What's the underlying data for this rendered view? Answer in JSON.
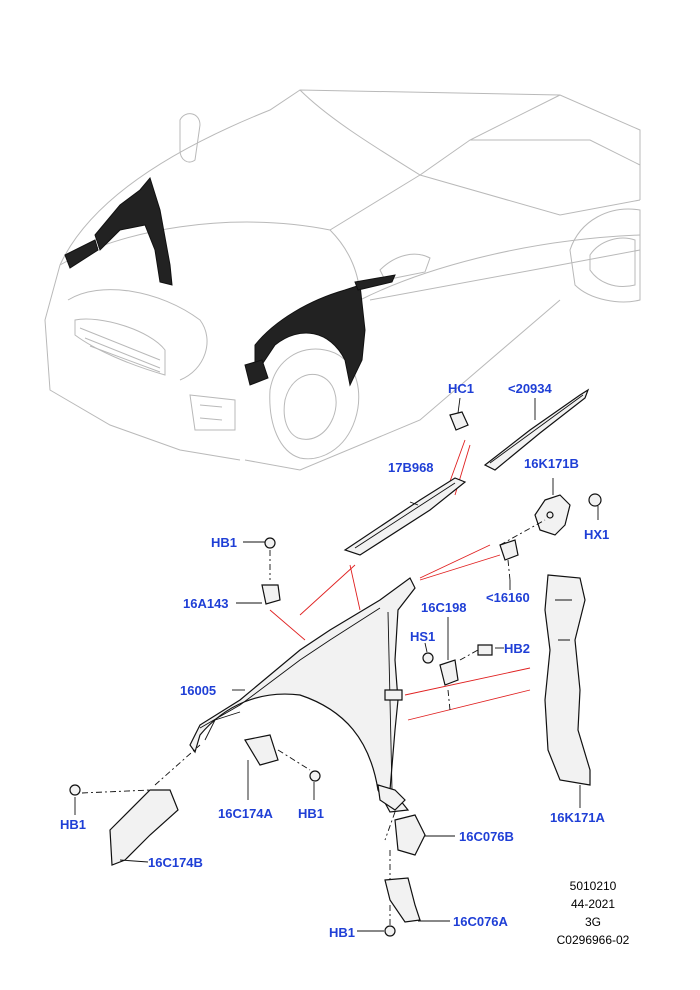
{
  "callouts": {
    "hc1": "HC1",
    "p20934": "<20934",
    "p17b968": "17B968",
    "p16k171b": "16K171B",
    "hx1": "HX1",
    "hb1_top": "HB1",
    "p16a143": "16A143",
    "p16160": "<16160",
    "p16c198": "16C198",
    "hs1": "HS1",
    "hb2": "HB2",
    "p16005": "16005",
    "p16c174a": "16C174A",
    "hb1_mid": "HB1",
    "hb1_left": "HB1",
    "p16c174b": "16C174B",
    "p16c076b": "16C076B",
    "p16c076a": "16C076A",
    "hb1_bottom": "HB1",
    "p16k171a": "16K171A"
  },
  "footer": {
    "line1": "5010210",
    "line2": "44-2021",
    "line3": "3G",
    "line4": "C0296966-02"
  },
  "colors": {
    "callout": "#1f3fd6",
    "highlight_lines": "#e02020",
    "car_outline": "#b9b9b9"
  }
}
